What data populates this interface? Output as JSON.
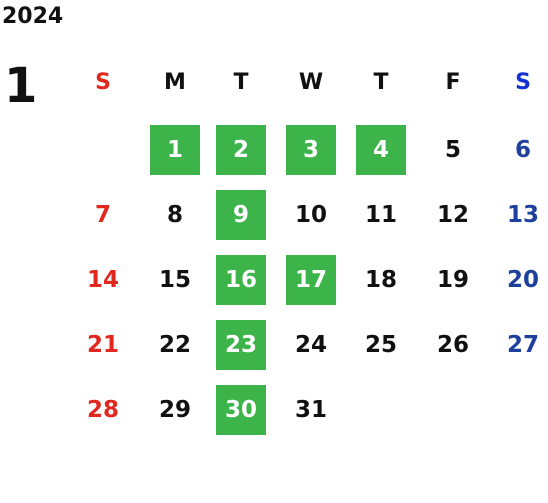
{
  "year": "2024",
  "month": "1",
  "weekdays": [
    "S",
    "M",
    "T",
    "W",
    "T",
    "F",
    "S"
  ],
  "weeks": [
    [
      null,
      "1",
      "2",
      "3",
      "4",
      "5",
      "6"
    ],
    [
      "7",
      "8",
      "9",
      "10",
      "11",
      "12",
      "13"
    ],
    [
      "14",
      "15",
      "16",
      "17",
      "18",
      "19",
      "20"
    ],
    [
      "21",
      "22",
      "23",
      "24",
      "25",
      "26",
      "27"
    ],
    [
      "28",
      "29",
      "30",
      "31",
      null,
      null,
      null
    ]
  ],
  "highlighted_days": [
    "1",
    "2",
    "3",
    "4",
    "9",
    "16",
    "17",
    "23",
    "30"
  ],
  "colors": {
    "highlight": "#3cb44a",
    "sunday": "#e0281e",
    "saturday": "#1e3f9c",
    "saturday_header": "#1432d2",
    "text": "#111111"
  }
}
